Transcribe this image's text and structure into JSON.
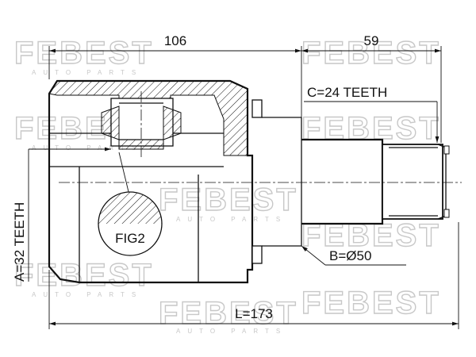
{
  "watermark": {
    "brand": "FEBEST",
    "sub": "AUTO PARTS"
  },
  "dimensions": {
    "top_left_length": "106",
    "top_right_length": "59",
    "inner_spline": "C=24 TEETH",
    "outer_spline": "A=32 TEETH",
    "shaft_diameter": "B=Ø50",
    "total_length": "L=173"
  },
  "detail": {
    "figure_label": "FIG2"
  }
}
